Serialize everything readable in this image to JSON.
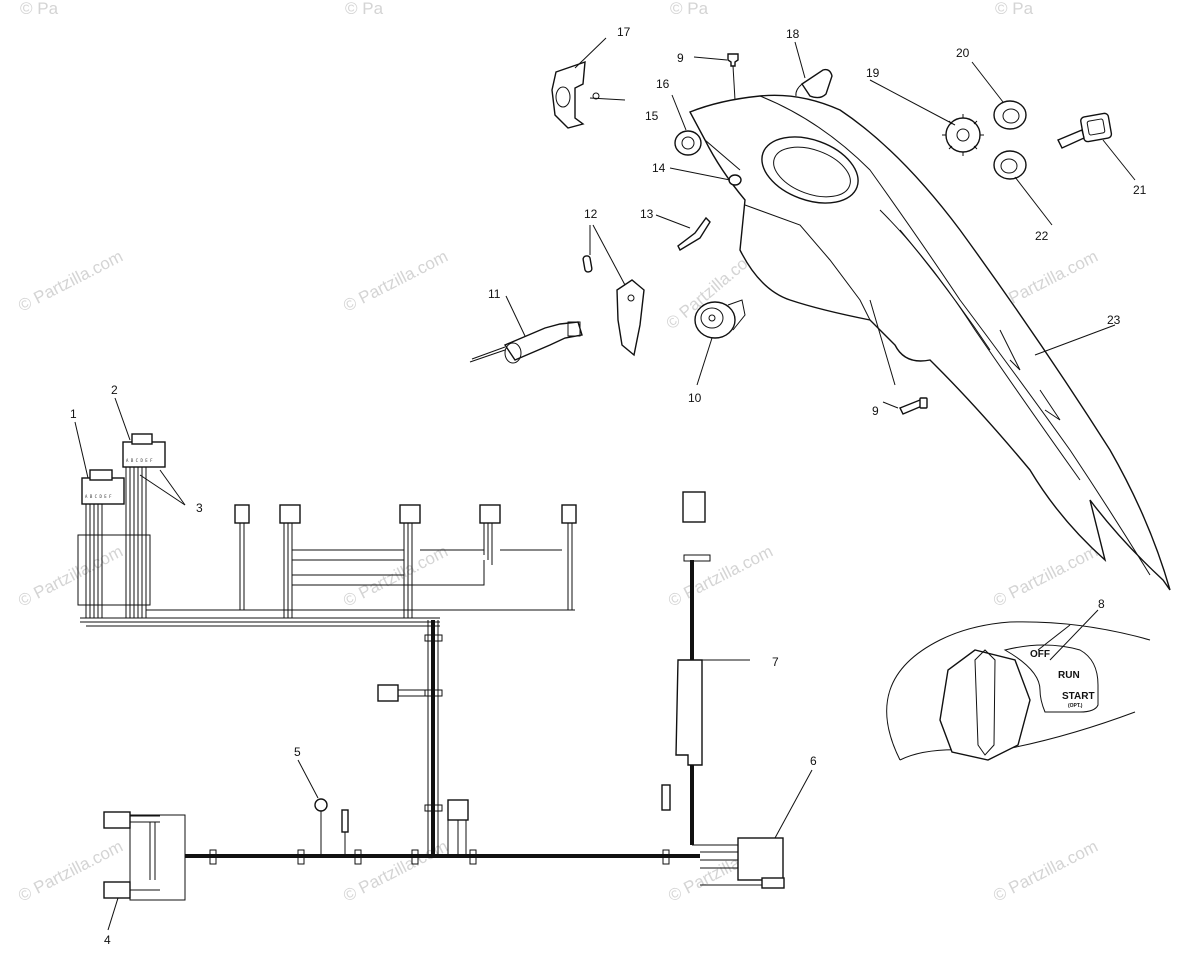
{
  "watermark": {
    "text": "© Partzilla.com",
    "short": "© Pa"
  },
  "callouts": {
    "c1": "1",
    "c2": "2",
    "c3": "3",
    "c4": "4",
    "c5": "5",
    "c6": "6",
    "c7": "7",
    "c8": "8",
    "c9a": "9",
    "c9b": "9",
    "c10": "10",
    "c11": "11",
    "c12": "12",
    "c13": "13",
    "c14": "14",
    "c15": "15",
    "c16": "16",
    "c17": "17",
    "c18": "18",
    "c19": "19",
    "c20": "20",
    "c21": "21",
    "c22": "22",
    "c23": "23"
  },
  "switch_dial": {
    "off": "OFF",
    "run": "RUN",
    "start": "START",
    "opt": "(OPT.)"
  }
}
